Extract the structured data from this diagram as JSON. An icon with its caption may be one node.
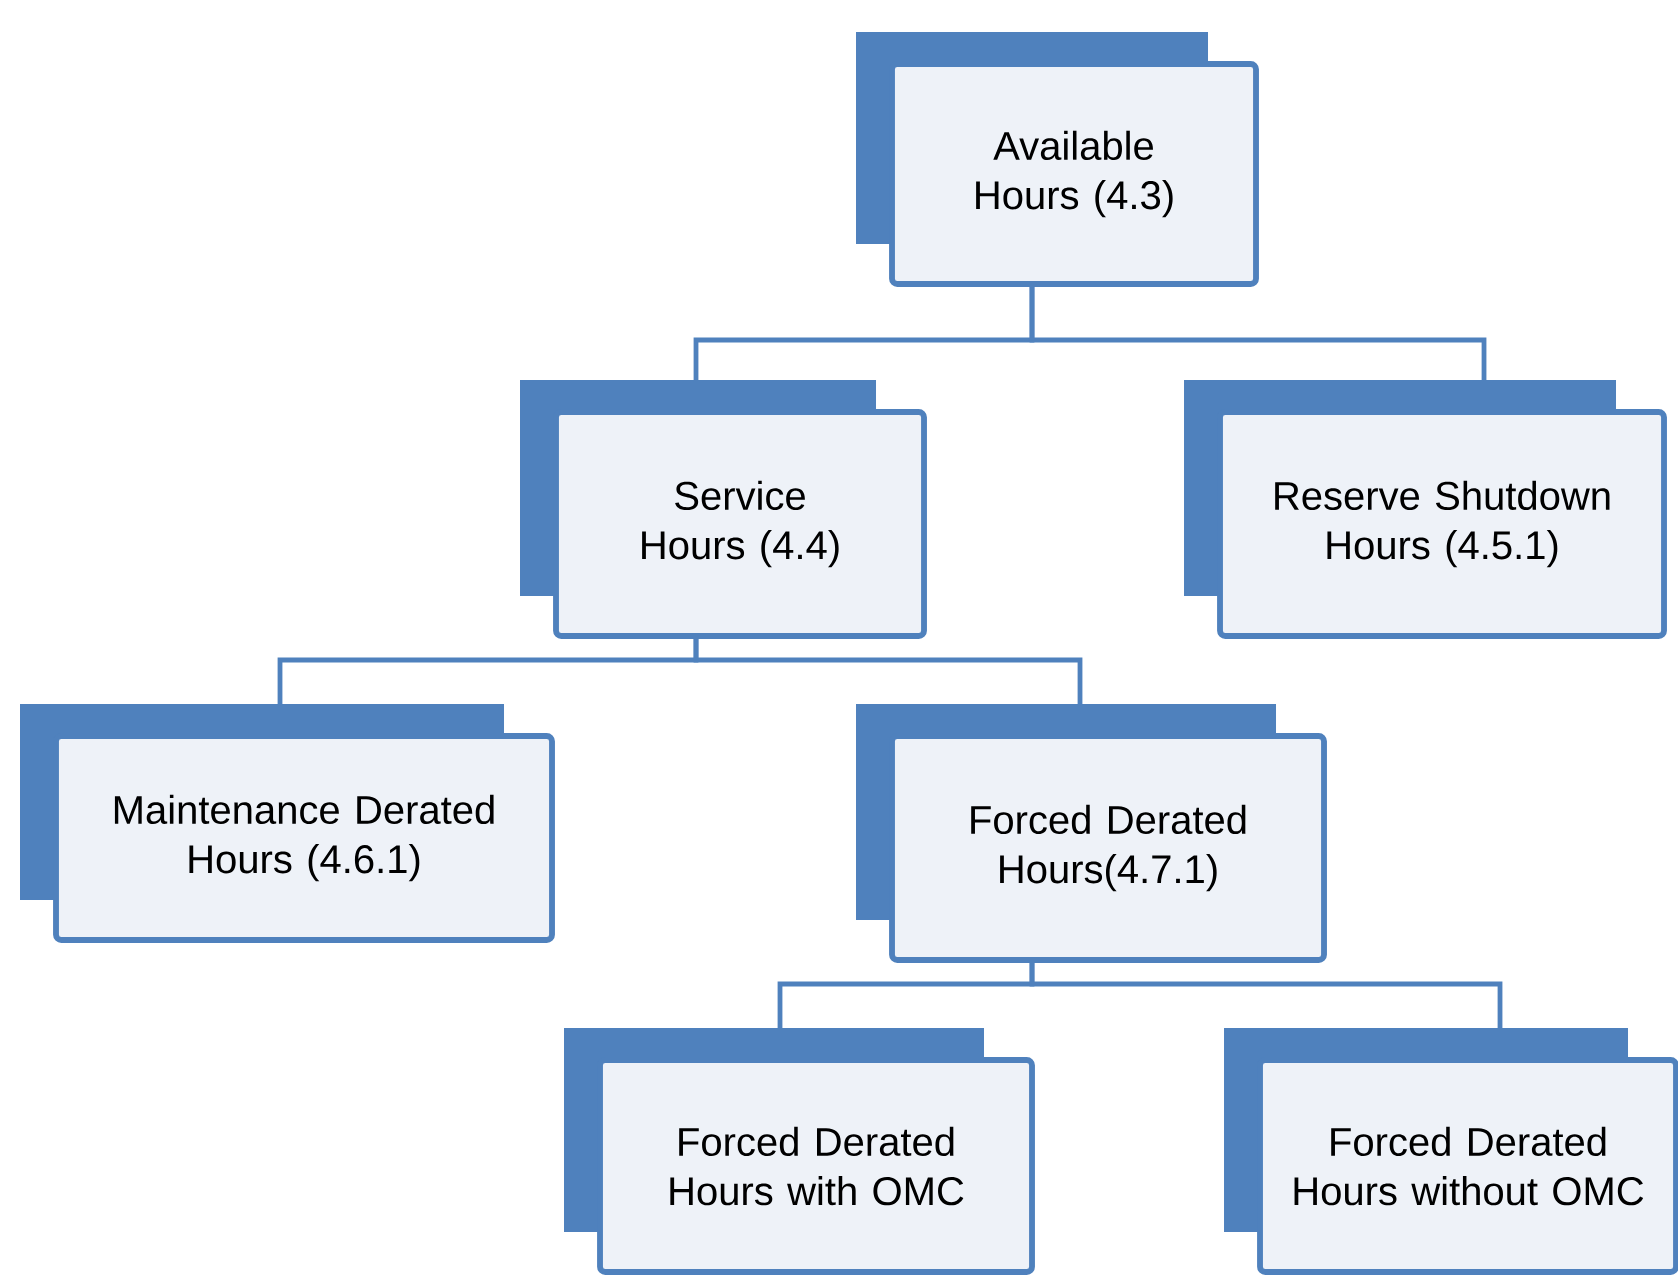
{
  "diagram": {
    "nodes": [
      {
        "text": [
          "Available Hours (4.3)"
        ]
      },
      {
        "text": [
          "Service Hours (4.4)"
        ]
      },
      {
        "text": [
          "Reserve Shutdown Hours (4.5.1)"
        ]
      },
      {
        "text": [
          "Maintenance Derated Hours (4.6.1)"
        ]
      },
      {
        "text": [
          "Forced Derated Hours(4.7.1)"
        ]
      },
      {
        "text": [
          "Forced Derated Hours with OMC"
        ]
      },
      {
        "text": [
          "Forced Derated Hours without OMC"
        ]
      }
    ],
    "edges": [
      {
        "from": 0,
        "to": 1,
        "arrow": "none"
      },
      {
        "from": 0,
        "to": 2,
        "arrow": "none"
      },
      {
        "from": 1,
        "to": 3,
        "arrow": "none"
      },
      {
        "from": 1,
        "to": 4,
        "arrow": "none"
      },
      {
        "from": 4,
        "to": 5,
        "arrow": "none"
      },
      {
        "from": 4,
        "to": 6,
        "arrow": "none"
      }
    ]
  }
}
